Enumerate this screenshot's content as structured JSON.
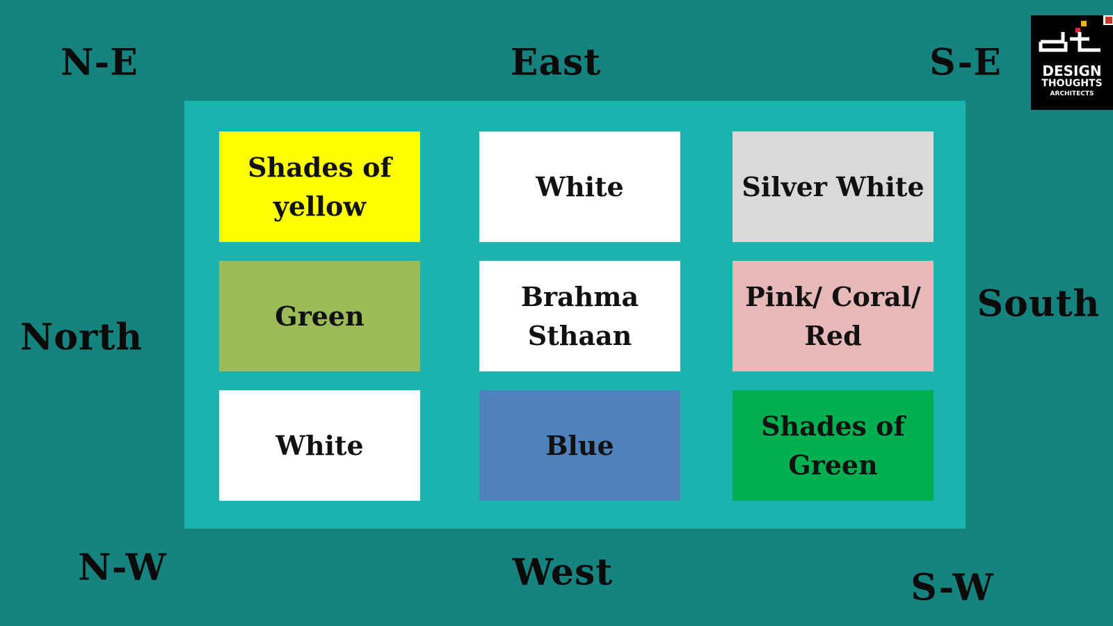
{
  "directions": {
    "ne": "N-E",
    "east": "East",
    "se": "S-E",
    "north": "North",
    "south": "South",
    "nw": "N-W",
    "west": "West",
    "sw": "S-W"
  },
  "cells": [
    {
      "label": "Shades of\nyellow",
      "color": "#ffff00"
    },
    {
      "label": "White",
      "color": "#ffffff"
    },
    {
      "label": "Silver White",
      "color": "#d9d9d9"
    },
    {
      "label": "Green",
      "color": "#9bbb59"
    },
    {
      "label": "Brahma\nSthaan",
      "color": "#ffffff"
    },
    {
      "label": "Pink/ Coral/\nRed",
      "color": "#e6b8b7"
    },
    {
      "label": "White",
      "color": "#ffffff"
    },
    {
      "label": "Blue",
      "color": "#4f81bd"
    },
    {
      "label": "Shades of\nGreen",
      "color": "#00b050"
    }
  ],
  "logo": {
    "line1": "DESIGN",
    "line2": "THOUGHTS",
    "line3": "ARCHITECTS"
  }
}
